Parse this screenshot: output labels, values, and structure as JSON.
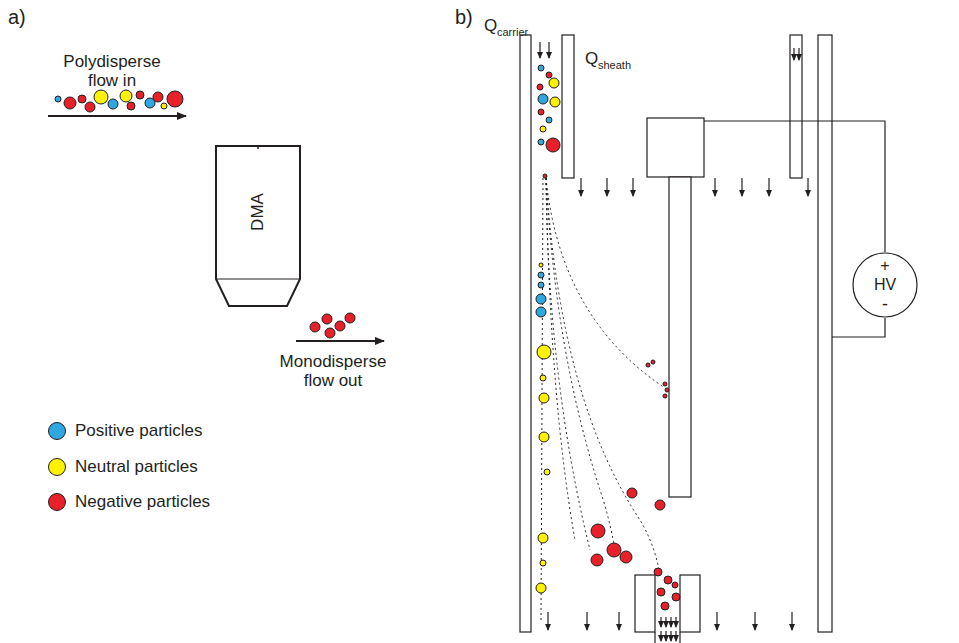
{
  "diagram": {
    "nodes": [
      {
        "text": [
          "DMA"
        ]
      },
      {
        "text": [
          "+",
          "HV",
          "-"
        ]
      }
    ],
    "labels": [
      "a)",
      "b)",
      "Polydisperse flow in",
      "Monodisperse flow out",
      "Q",
      "carrier",
      "Q",
      "sheath"
    ],
    "legend": [
      {
        "text": "Positive particles",
        "color": "#2fa8df"
      },
      {
        "text": "Neutral particles",
        "color": "#fff200"
      },
      {
        "text": "Negative particles",
        "color": "#e8202a"
      }
    ]
  }
}
